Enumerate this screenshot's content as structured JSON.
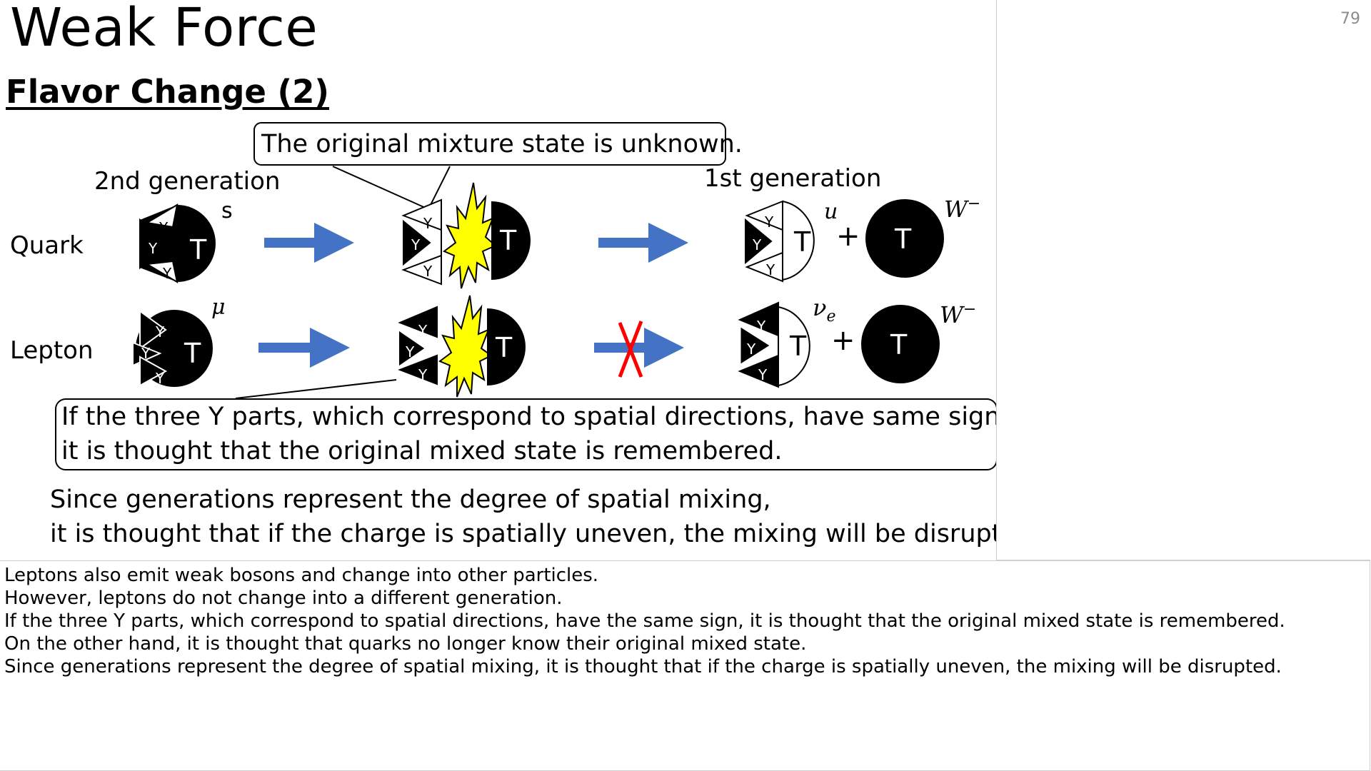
{
  "slide": {
    "title": "Weak Force",
    "subtitle": "Flavor Change (2)",
    "page_number": "79"
  },
  "diagram": {
    "callout_top": "The original mixture state is unknown.",
    "generation_2": "2nd generation",
    "generation_1": "1st generation",
    "row_quark": "Quark",
    "row_lepton": "Lepton",
    "y_label": "Y",
    "t_label": "T",
    "plus": "+",
    "particles": {
      "strange": "s",
      "muon": "μ",
      "up": "u",
      "electron_neutrino": "ν",
      "electron_neutrino_sub": "e",
      "w_boson": "W",
      "w_charge": "−"
    },
    "callout_bottom_line1": "If the three Y parts, which correspond to spatial directions, have same sign,",
    "callout_bottom_line2": " it is thought that the original mixed state is remembered.",
    "summary_line1": "Since generations represent the degree of spatial mixing,",
    "summary_line2": " it is thought that if the charge is spatially uneven, the mixing will be disrupted.",
    "colors": {
      "arrow": "#4472c4",
      "burst_fill": "#ffff00",
      "cross": "#ff0000"
    }
  },
  "notes": {
    "lines": [
      "Leptons also emit weak bosons and change into other particles.",
      "However, leptons do not change into a different generation.",
      "If the three Y parts, which correspond to spatial directions, have the same sign, it is thought that the original mixed state is remembered.",
      "On the other hand, it is thought that quarks no longer know their original mixed state.",
      "Since generations represent the degree of spatial mixing, it is thought that if the charge is spatially uneven, the mixing will be disrupted."
    ]
  }
}
